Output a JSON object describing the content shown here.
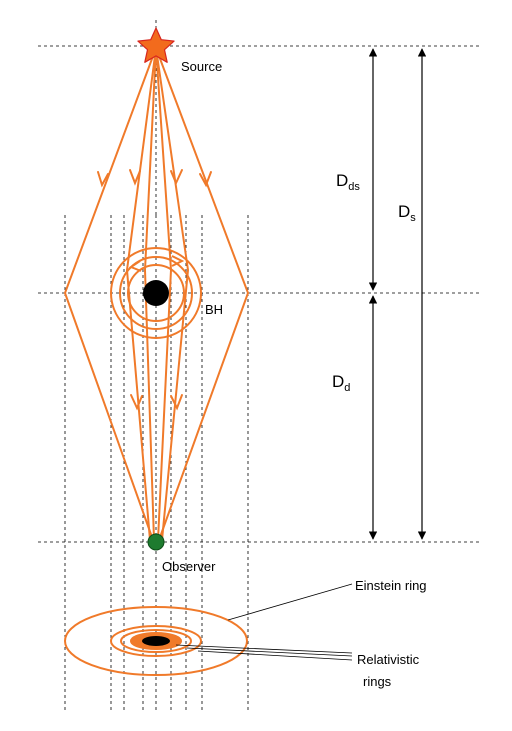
{
  "labels": {
    "source": "Source",
    "bh": "BH",
    "observer": "Observer",
    "einstein_ring": "Einstein ring",
    "relativistic_rings_line1": "Relativistic",
    "relativistic_rings_line2": "rings",
    "d_ds_main": "D",
    "d_ds_sub": "ds",
    "d_s_main": "D",
    "d_s_sub": "s",
    "d_d_main": "D",
    "d_d_sub": "d"
  },
  "colors": {
    "ray": "#F07A2A",
    "star_fill": "#F26B1D",
    "star_stroke": "#D7261E",
    "black_hole": "#000000",
    "observer": "#1E7B2F",
    "guide_line": "#000000"
  }
}
